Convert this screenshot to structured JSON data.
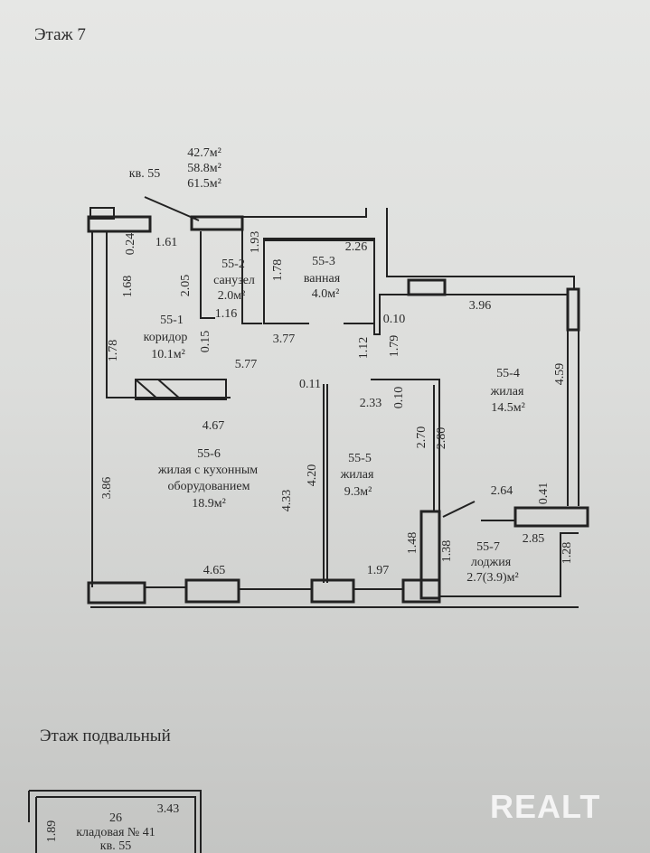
{
  "floor_title": "Этаж 7",
  "apartment": {
    "label": "кв. 55",
    "areas": [
      "42.7м²",
      "58.8м²",
      "61.5м²"
    ]
  },
  "rooms": [
    {
      "id": "55-1",
      "name": "коридор",
      "area": "10.1м²"
    },
    {
      "id": "55-2",
      "name": "санузел",
      "area": "2.0м²"
    },
    {
      "id": "55-3",
      "name": "ванная",
      "area": "4.0м²"
    },
    {
      "id": "55-4",
      "name": "жилая",
      "area": "14.5м²"
    },
    {
      "id": "55-5",
      "name": "жилая",
      "area": "9.3м²"
    },
    {
      "id": "55-6",
      "name_line1": "жилая с кухонным",
      "name_line2": "оборудованием",
      "area": "18.9м²"
    },
    {
      "id": "55-7",
      "name": "лоджия",
      "area": "2.7(3.9)м²"
    }
  ],
  "dimensions": [
    "0.24",
    "1.61",
    "1.68",
    "2.05",
    "1.93",
    "1.78",
    "2.26",
    "3.96",
    "0.10",
    "1.16",
    "0.15",
    "1.78",
    "3.77",
    "1.12",
    "1.79",
    "5.77",
    "4.59",
    "0.11",
    "2.33",
    "0.10",
    "4.67",
    "2.70",
    "2.80",
    "3.86",
    "4.33",
    "4.20",
    "2.64",
    "0.41",
    "2.85",
    "1.48",
    "1.38",
    "1.28",
    "4.65",
    "1.97"
  ],
  "basement": {
    "title": "Этаж подвальный",
    "room_number": "26",
    "room_name": "кладовая № 41",
    "apartment": "кв. 55",
    "dimensions": [
      "3.43",
      "1.89"
    ]
  },
  "watermark": "REALT"
}
